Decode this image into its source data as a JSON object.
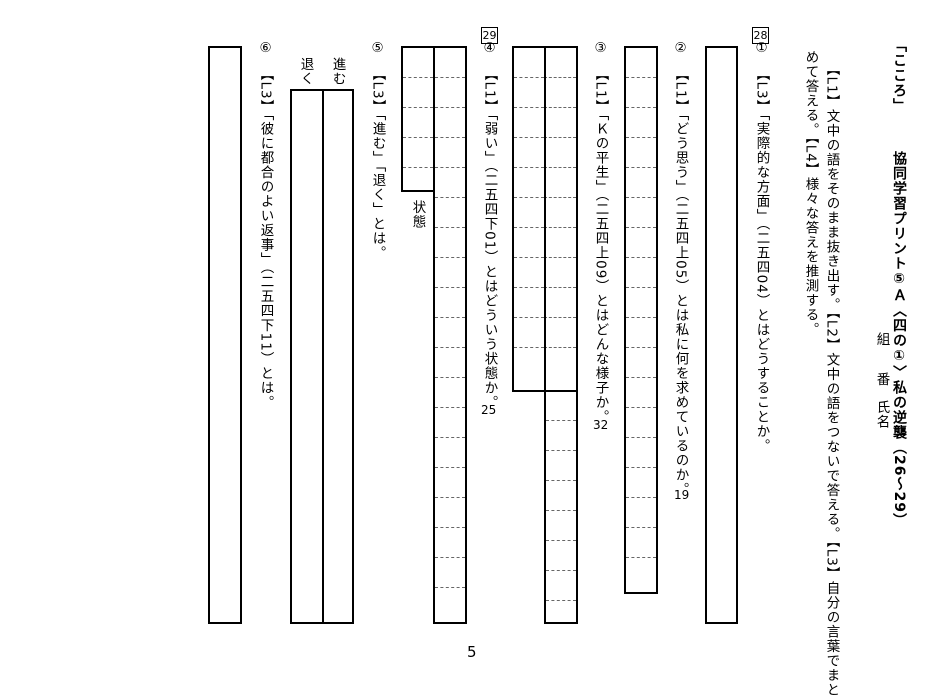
{
  "header": {
    "title": "「こころ」　　　協同学習プリント⑤Ａ〈四の①〉私の逆襲（26～29）",
    "class_label": "組",
    "number_label": "番",
    "name_label": "氏名"
  },
  "instructions": {
    "line1": "【L1】文中の語をそのまま抜き出す。【L2】文中の語をつないで答える。【L3】自分の言葉でまと",
    "line2": "めて答える。【L4】様々な答えを推測する。"
  },
  "questions": [
    {
      "box_number": "28",
      "number": "①",
      "text": "【L3】「実際的な方面」（二五四04）とはどうすることか。",
      "score": ""
    },
    {
      "box_number": "",
      "number": "②",
      "text": "【L1】「どう思う」（二五四上05）とは私に何を求めているのか。",
      "score": "19"
    },
    {
      "box_number": "",
      "number": "③",
      "text": "【L1】「Ｋの平生」（二五四上09）とはどんな様子か。",
      "score": "32"
    },
    {
      "box_number": "29",
      "number": "④",
      "text": "【L1】「弱い」（二五四下01）とはどういう状態か。",
      "score": "25",
      "answer_label": "状態"
    },
    {
      "box_number": "",
      "number": "⑤",
      "text": "【L3】「進む」「退く」とは。",
      "score": "",
      "sub_labels": [
        "進む",
        "退く"
      ]
    },
    {
      "box_number": "",
      "number": "⑥",
      "text": "【L3】「彼に都合のよい返事」（二五四下11）とは。",
      "score": ""
    }
  ],
  "page_number": "5"
}
